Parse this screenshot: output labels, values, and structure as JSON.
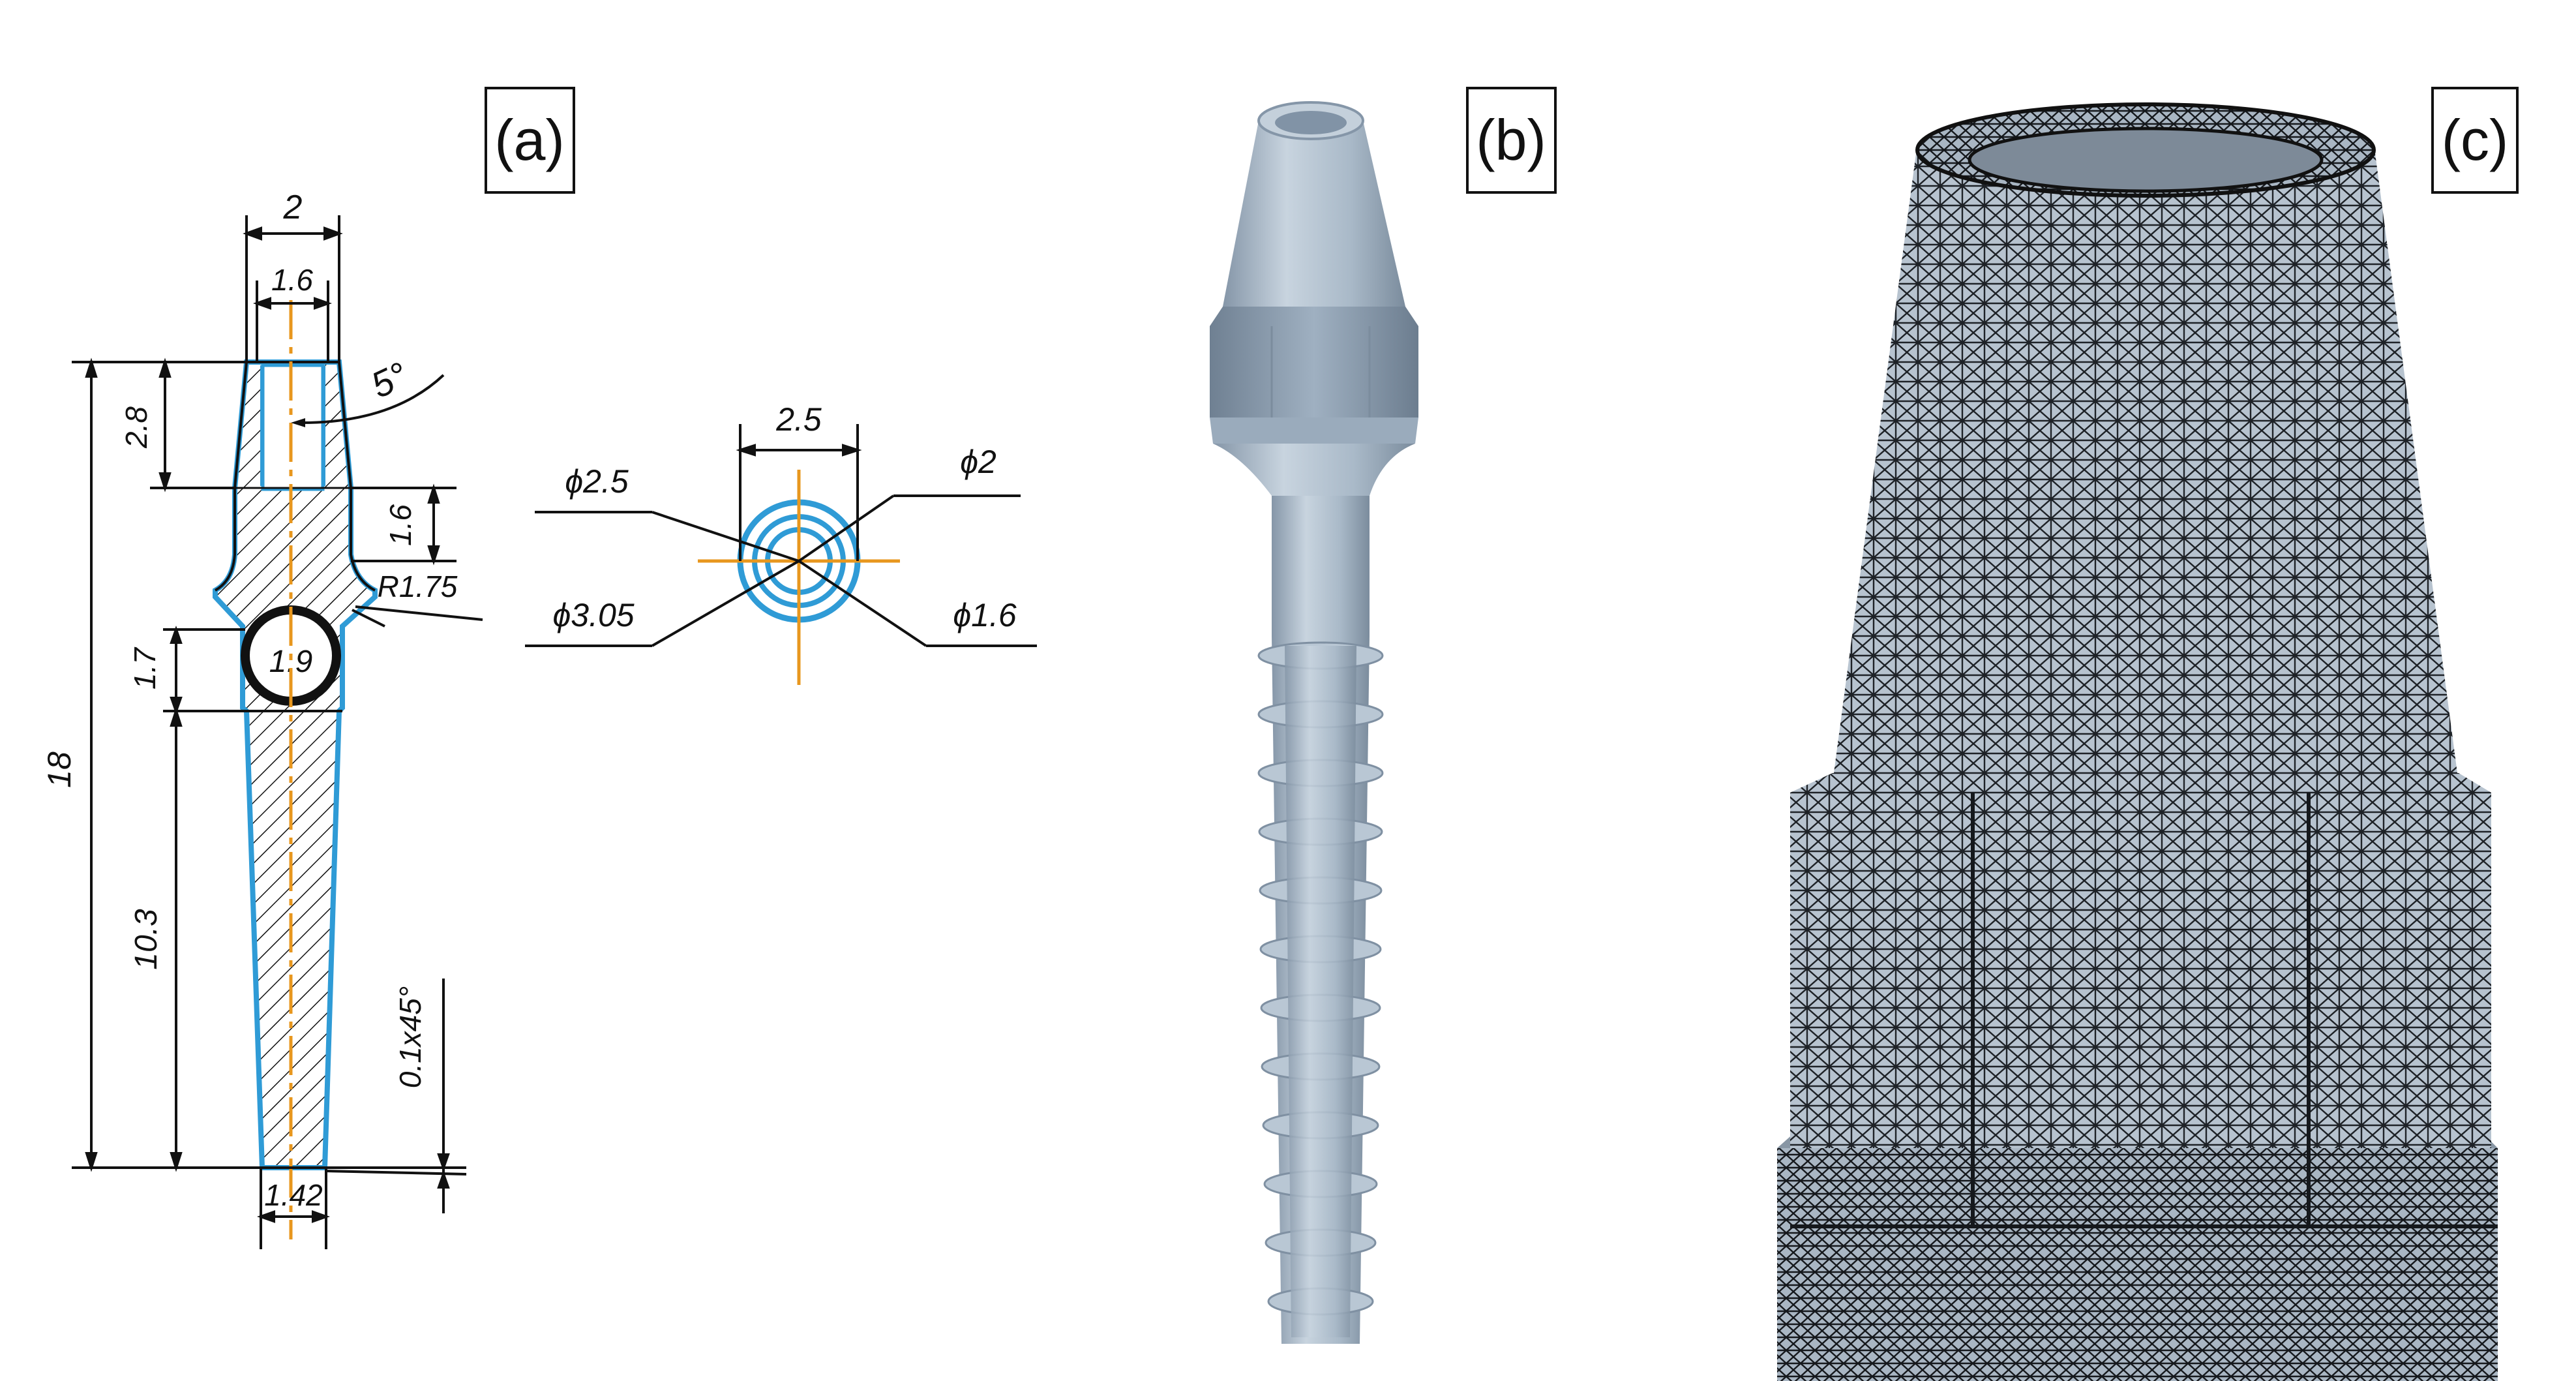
{
  "panels": {
    "a": {
      "label": "(a)"
    },
    "b": {
      "label": "(b)"
    },
    "c": {
      "label": "(c)"
    }
  },
  "drawing": {
    "dims": {
      "top_outer_width": "2",
      "top_inner_width": "1.6",
      "taper_angle": "5°",
      "head_height": "2.8",
      "neck_height": "1.6",
      "neck_radius": "R1.75",
      "ball_height": "1.7",
      "ball_diameter": "1.9",
      "total_length": "18",
      "shank_length": "10.3",
      "chamfer": "0.1x45°",
      "tip_width": "1.42"
    },
    "section": {
      "width": "2.5",
      "d_outer_left": "ϕ2.5",
      "d_outer_right": "ϕ2",
      "d_inner_left": "ϕ3.05",
      "d_inner_right": "ϕ1.6"
    }
  },
  "colors": {
    "outline_blue": "#2f9bd6",
    "centerline_orange": "#e8971e",
    "model_gray": "#aebfcf",
    "mesh_dark": "#2b2f35"
  }
}
